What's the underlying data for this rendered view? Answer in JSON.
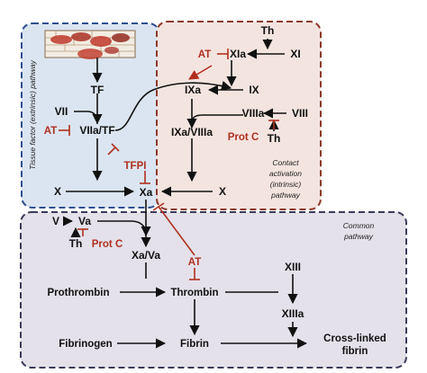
{
  "panels": {
    "extrinsic_label": "Tissue factor (extrinsic) pathway",
    "intrinsic_label": [
      "Contact",
      "activation",
      "(intrinsic)",
      "pathway"
    ],
    "common_label": [
      "Common",
      "pathway"
    ]
  },
  "nodes": {
    "tf": "TF",
    "vii": "VII",
    "at_extrinsic": "AT",
    "viia_tf": "VIIa/TF",
    "tfpi": "TFPI",
    "x_left": "X",
    "xa": "Xa",
    "th_top": "Th",
    "at_top": "AT",
    "xia": "XIa",
    "xi": "XI",
    "ixa": "IXa",
    "ix": "IX",
    "viiia": "VIIIa",
    "viii": "VIII",
    "prot_c_intrinsic": "Prot C",
    "th_viii": "Th",
    "ixa_viiia": "IXa/VIIIa",
    "x_right": "X",
    "v": "V",
    "va": "Va",
    "th_common": "Th",
    "prot_c_common": "Prot C",
    "xa_va": "Xa/Va",
    "at_common": "AT",
    "xiii": "XIII",
    "prothrombin": "Prothrombin",
    "thrombin": "Thrombin",
    "xiiia": "XIIIa",
    "fibrinogen": "Fibrinogen",
    "fibrin": "Fibrin",
    "cross_linked_1": "Cross-linked",
    "cross_linked_2": "fibrin"
  },
  "colors": {
    "extrinsic_border": "#2f4f8f",
    "extrinsic_fill": "#dbe5f1",
    "intrinsic_border": "#8b3a2a",
    "intrinsic_fill": "#f4e4e0",
    "common_border": "#3a3a5a",
    "common_fill": "#e4e1ea",
    "inhibitor": "#b03020",
    "arrow": "#111111"
  },
  "icons": [
    "blood-vessel-injury-icon"
  ]
}
